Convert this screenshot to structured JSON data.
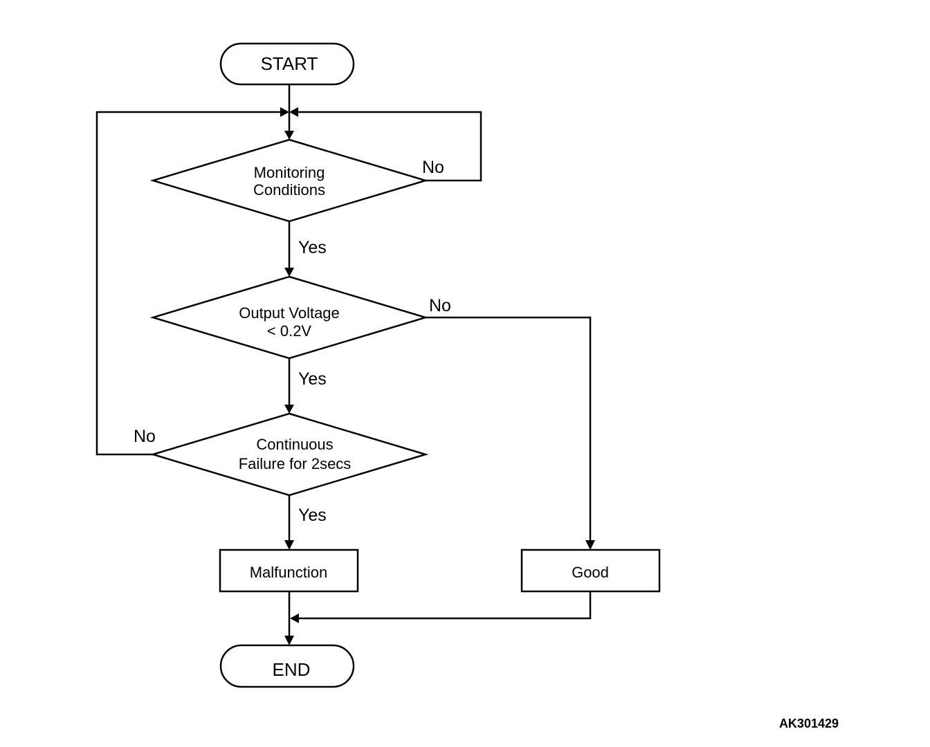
{
  "nodes": {
    "start": "START",
    "monitoring_line1": "Monitoring",
    "monitoring_line2": "Conditions",
    "voltage_line1": "Output Voltage",
    "voltage_line2": "< 0.2V",
    "failure_line1": "Continuous",
    "failure_line2": "Failure for 2secs",
    "malfunction": "Malfunction",
    "good": "Good",
    "end": "END"
  },
  "branches": {
    "monitoring_no": "No",
    "monitoring_yes": "Yes",
    "voltage_no": "No",
    "voltage_yes": "Yes",
    "failure_no": "No",
    "failure_yes": "Yes"
  },
  "figure_code": "AK301429",
  "colors": {
    "stroke": "#000000",
    "background": "#ffffff"
  }
}
